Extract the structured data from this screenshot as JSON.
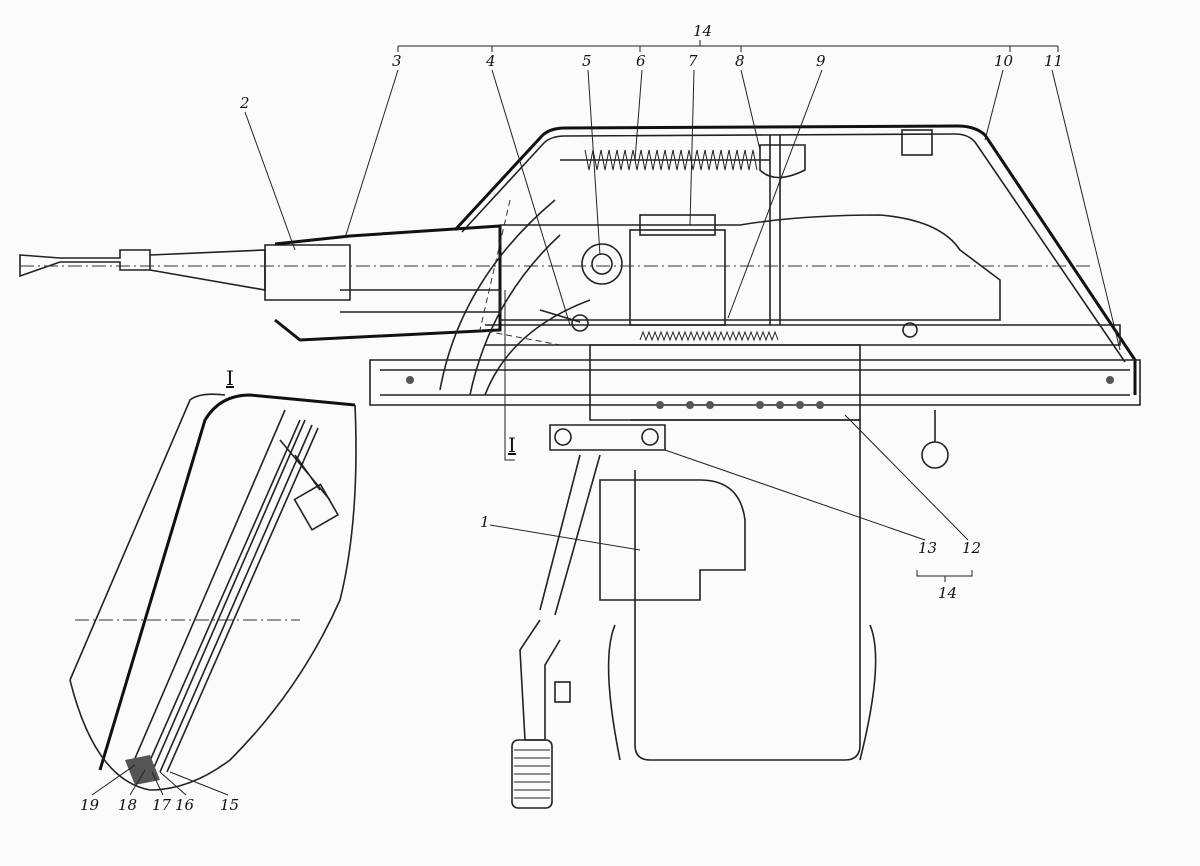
{
  "title_bracket_label": "14",
  "callouts": {
    "c1": "1",
    "c2": "2",
    "c3": "3",
    "c4": "4",
    "c5": "5",
    "c6": "6",
    "c7": "7",
    "c8": "8",
    "c9": "9",
    "c10": "10",
    "c11": "11",
    "c12": "12",
    "c13": "13",
    "c14_bottom": "14",
    "c15": "15",
    "c16": "16",
    "c17": "17",
    "c18": "18",
    "c19": "19"
  },
  "section_marks": {
    "inset": "I",
    "cut": "I"
  }
}
